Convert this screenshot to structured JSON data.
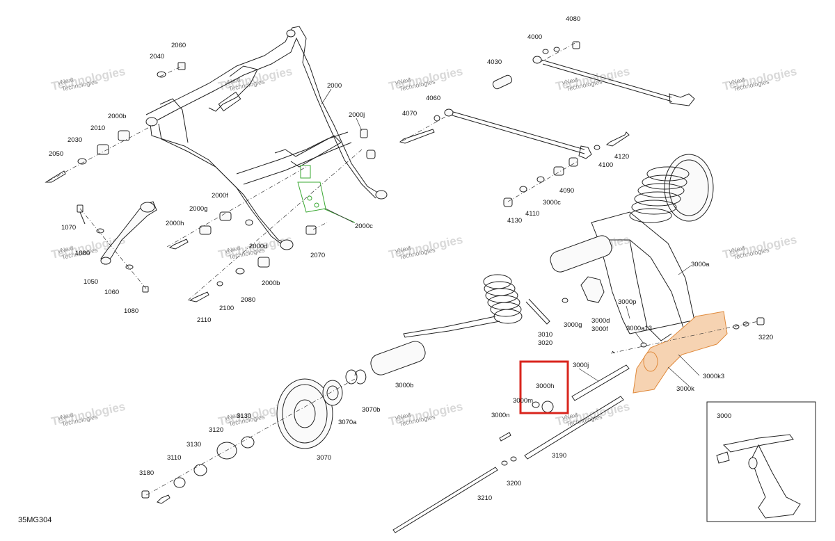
{
  "diagram_code": "35MG304",
  "watermark": {
    "line1": "vNext",
    "line2": "Technologies",
    "bg": "Technologies"
  },
  "labels": {
    "l2060": "2060",
    "l2040": "2040",
    "l2000": "2000",
    "l2000j": "2000j",
    "l2000b": "2000b",
    "l2010": "2010",
    "l2030": "2030",
    "l2050": "2050",
    "l2000f": "2000f",
    "l2000g": "2000g",
    "l2000h": "2000h",
    "l2000c": "2000c",
    "l2000d": "2000d",
    "l2070": "2070",
    "l2000b2": "2000b",
    "l2080": "2080",
    "l2100": "2100",
    "l2110": "2110",
    "l1070": "1070",
    "l1080a": "1080",
    "l1050": "1050",
    "l1060": "1060",
    "l1080b": "1080",
    "l4080": "4080",
    "l4000": "4000",
    "l4030": "4030",
    "l4060": "4060",
    "l4070": "4070",
    "l4120": "4120",
    "l4100": "4100",
    "l4090": "4090",
    "l3000c": "3000c",
    "l4110": "4110",
    "l4130": "4130",
    "l3000a": "3000a",
    "l3000p": "3000p",
    "l3000a13": "3000a13",
    "l3220": "3220",
    "l3000d": "3000d",
    "l3000f": "3000f",
    "l3000g": "3000g",
    "l3010": "3010",
    "l3020": "3020",
    "l3000b": "3000b",
    "l3000j": "3000j",
    "l3000h": "3000h",
    "l3000m": "3000m",
    "l3000n": "3000n",
    "l3000k3": "3000k3",
    "l3000k": "3000k",
    "l3190": "3190",
    "l3200": "3200",
    "l3210": "3210",
    "l3070a": "3070a",
    "l3070b": "3070b",
    "l3070": "3070",
    "l3130a": "3130",
    "l3120": "3120",
    "l3130b": "3130",
    "l3110": "3110",
    "l3180": "3180",
    "l3000inset": "3000"
  },
  "highlight": {
    "target": "3000h",
    "color": "#d9251d"
  },
  "colors": {
    "green_part": "#3aa832",
    "orange_part": "#e08a3c"
  }
}
